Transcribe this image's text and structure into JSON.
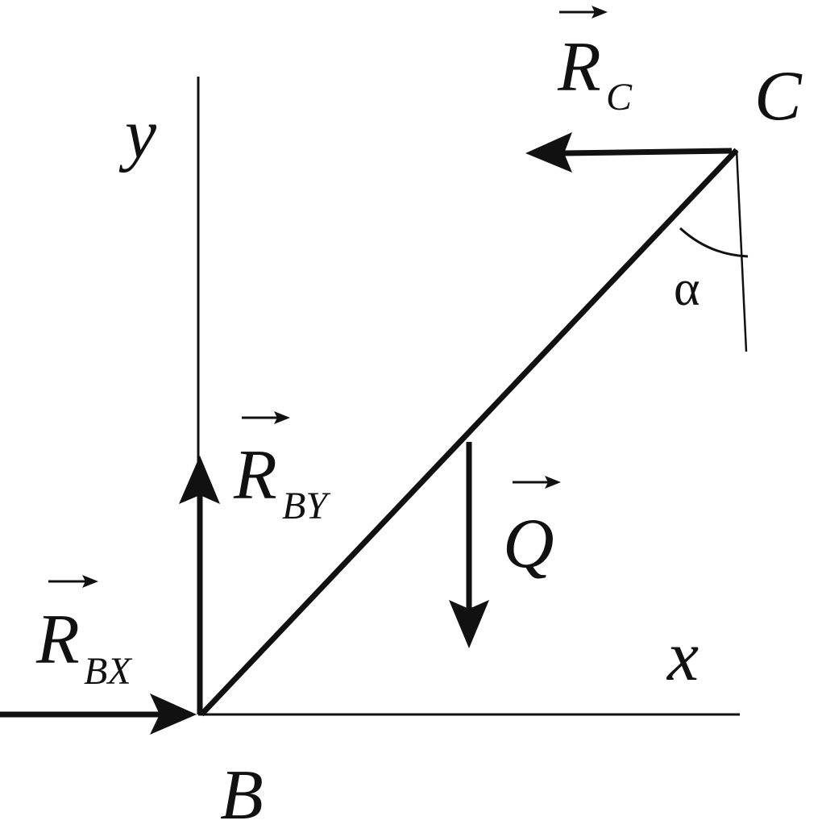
{
  "labels": {
    "y_axis": "y",
    "x_axis": "x",
    "point_b": "B",
    "point_c": "C",
    "angle": "α",
    "force_rc": {
      "main": "R",
      "sub": "C"
    },
    "force_rby": {
      "main": "R",
      "sub": "BY"
    },
    "force_rbx": {
      "main": "R",
      "sub": "BX"
    },
    "force_q": {
      "main": "Q"
    }
  },
  "colors": {
    "ink": "#111111",
    "background": "#ffffff"
  }
}
